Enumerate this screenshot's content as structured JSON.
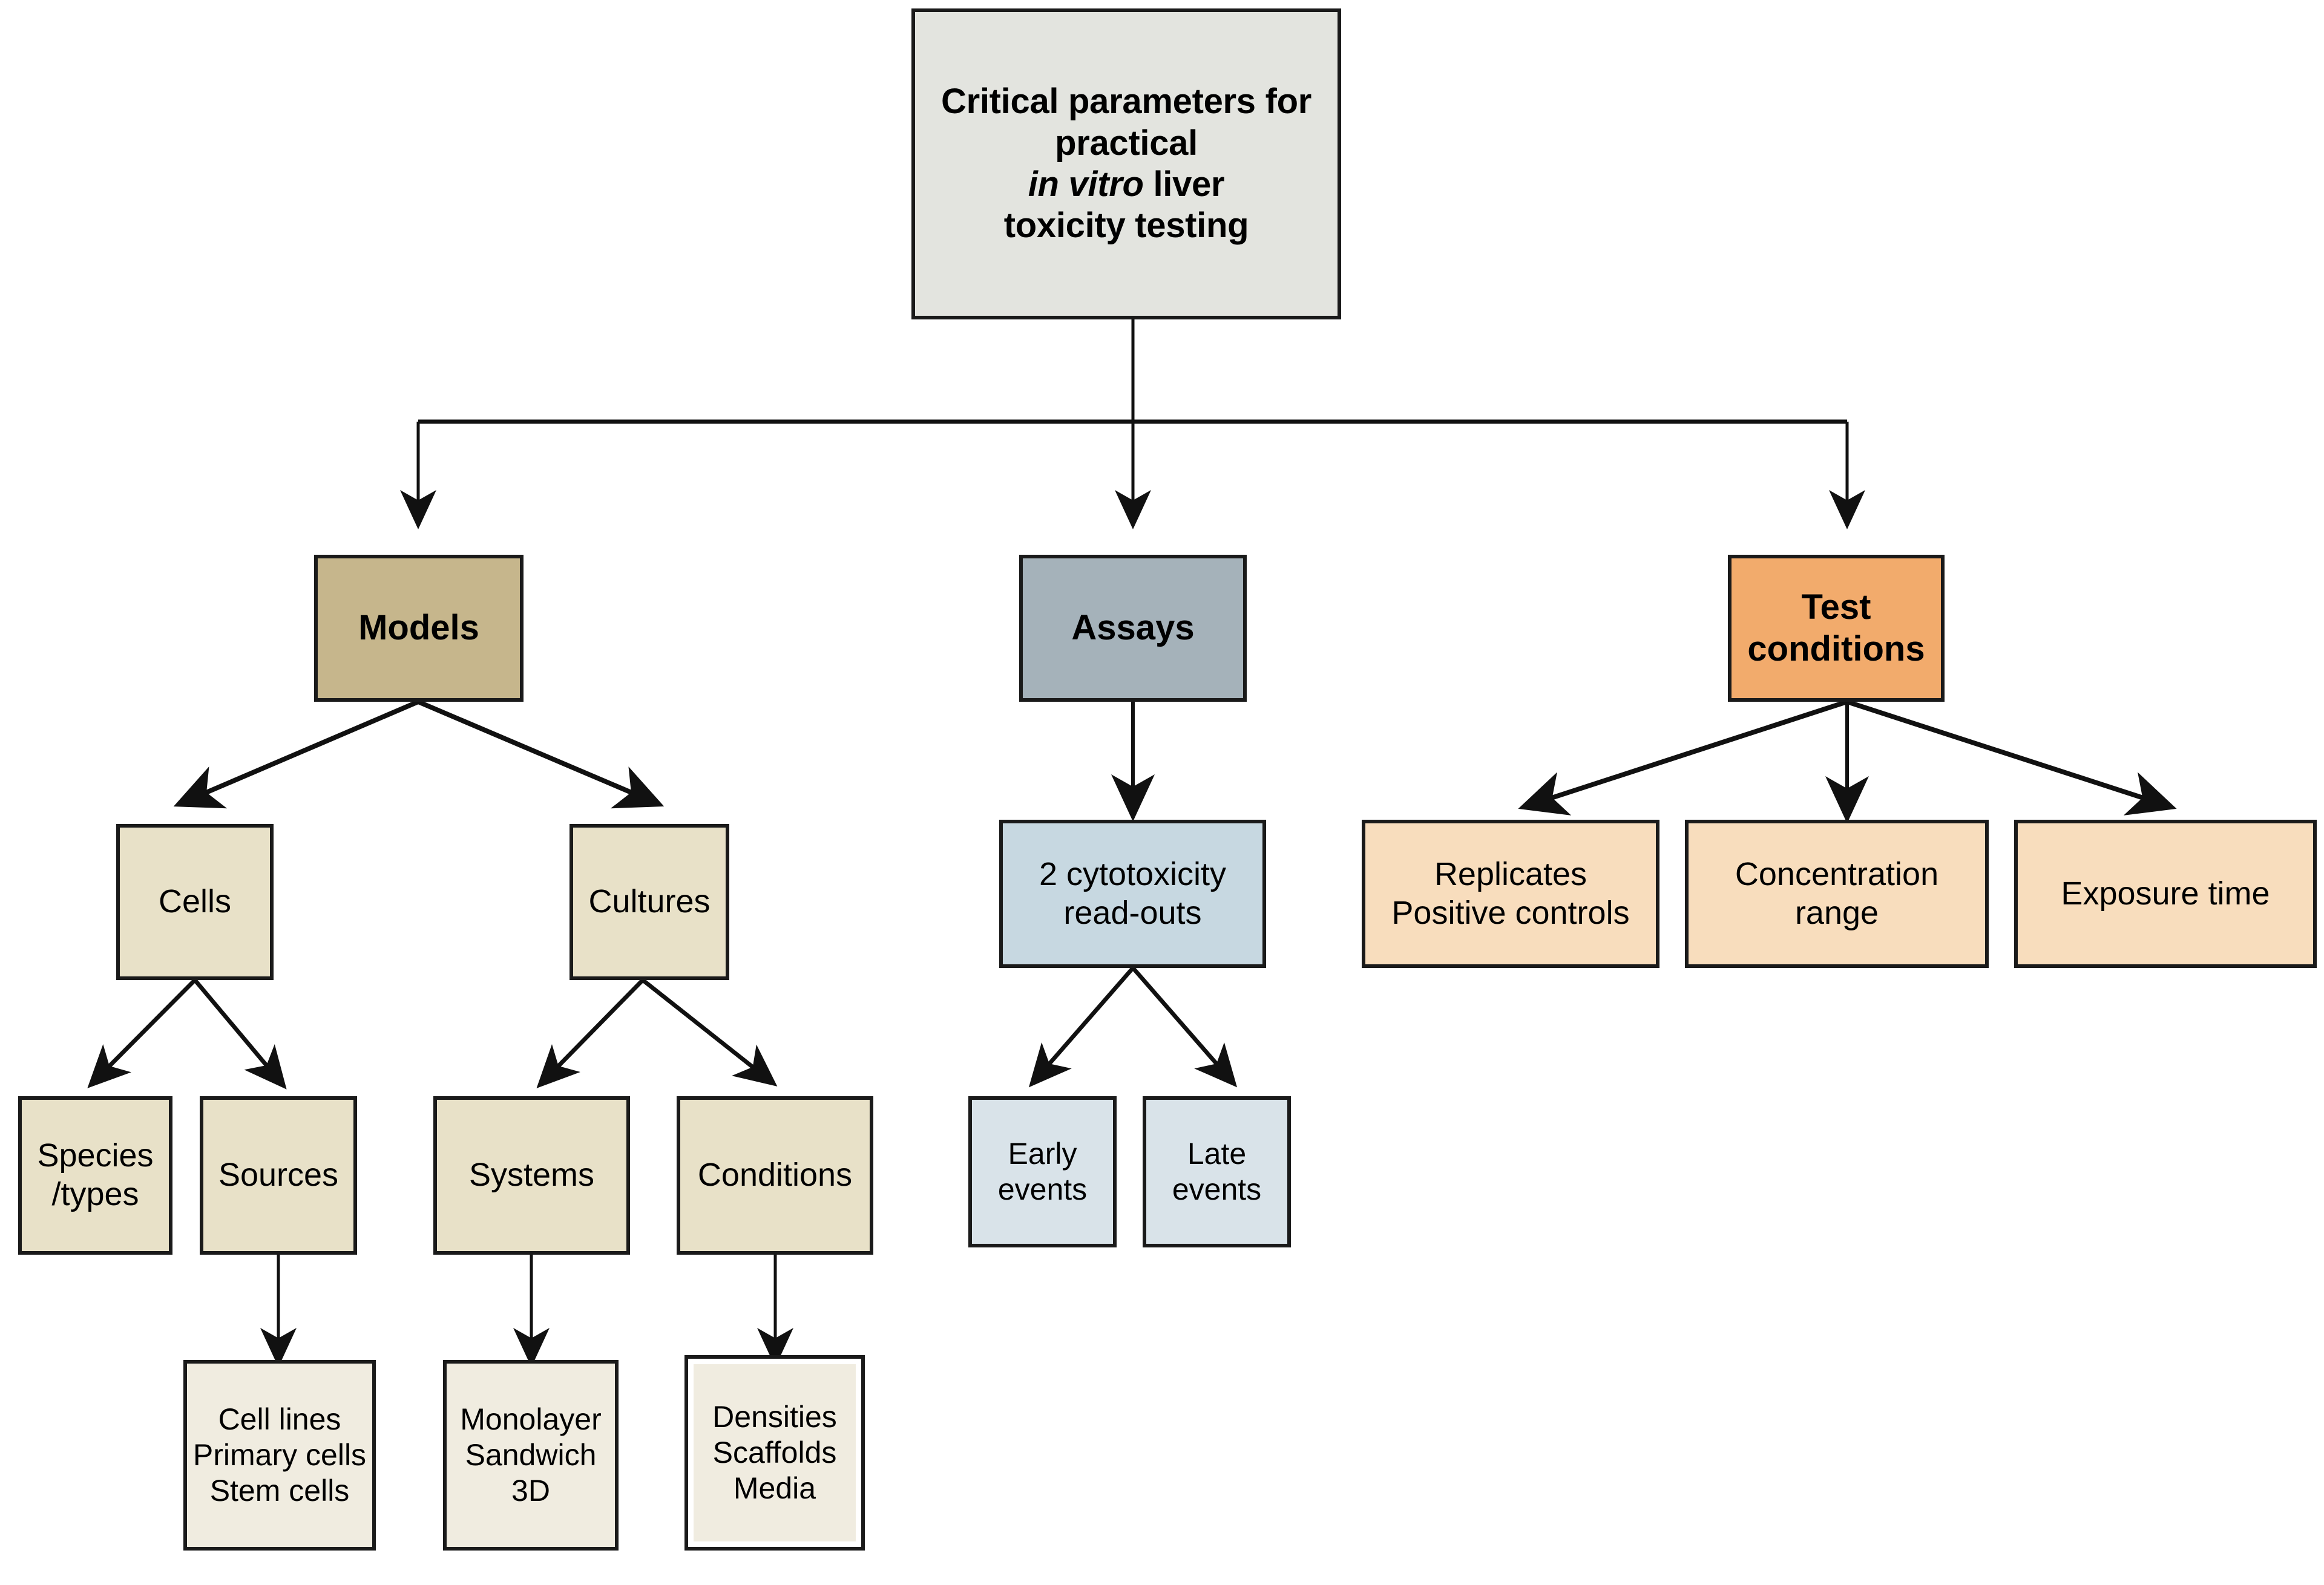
{
  "diagram": {
    "type": "flowchart",
    "orientation": "top-down",
    "root": {
      "id": "root",
      "lines": [
        "Critical parameters for",
        "practical",
        "in vitro liver",
        "toxicity testing"
      ],
      "italic_line_index": 2,
      "italic_fragment": "in vitro",
      "color": "#e3e4df",
      "bold": true
    },
    "categories": [
      {
        "id": "models",
        "label": "Models",
        "color": "#c6b68c"
      },
      {
        "id": "assays",
        "label": "Assays",
        "color": "#a5b2ba"
      },
      {
        "id": "testc",
        "label_line1": "Test",
        "label_line2": "conditions",
        "color": "#f2ab6c"
      }
    ],
    "level2": [
      {
        "id": "cells",
        "label": "Cells",
        "color": "#e8e1c8",
        "parent": "models"
      },
      {
        "id": "cultures",
        "label": "Cultures",
        "color": "#e8e1c8",
        "parent": "models"
      },
      {
        "id": "readouts",
        "line1": "2 cytotoxicity",
        "line2": "read-outs",
        "color": "#c7d8e1",
        "parent": "assays"
      },
      {
        "id": "replicates",
        "line1": "Replicates",
        "line2": "Positive controls",
        "color": "#f8ddbd",
        "parent": "testc"
      },
      {
        "id": "concrange",
        "line1": "Concentration",
        "line2": "range",
        "color": "#f8ddbd",
        "parent": "testc"
      },
      {
        "id": "exposure",
        "line1": "Exposure time",
        "line2": "",
        "color": "#f8ddbd",
        "parent": "testc"
      }
    ],
    "level3": [
      {
        "id": "species",
        "line1": "Species",
        "line2": "/types",
        "color": "#e8e1c8",
        "parent": "cells"
      },
      {
        "id": "sources",
        "line1": "Sources",
        "line2": "",
        "color": "#e8e1c8",
        "parent": "cells"
      },
      {
        "id": "systems",
        "line1": "Systems",
        "line2": "",
        "color": "#e8e1c8",
        "parent": "cultures"
      },
      {
        "id": "conditions",
        "line1": "Conditions",
        "line2": "",
        "color": "#e8e1c8",
        "parent": "cultures"
      },
      {
        "id": "early",
        "line1": "Early",
        "line2": "events",
        "color": "#d9e3e9",
        "parent": "readouts"
      },
      {
        "id": "late",
        "line1": "Late",
        "line2": "events",
        "color": "#d9e3e9",
        "parent": "readouts"
      }
    ],
    "level4": [
      {
        "id": "celltypes",
        "lines": [
          "Cell lines",
          "Primary cells",
          "Stem cells"
        ],
        "color": "#f0ece0",
        "parent": "sources",
        "double_border": false
      },
      {
        "id": "culturesystems",
        "lines": [
          "Monolayer",
          "Sandwich",
          "3D"
        ],
        "color": "#f0ece0",
        "parent": "systems",
        "double_border": false
      },
      {
        "id": "cultureconditions",
        "lines": [
          "Densities",
          "Scaffolds",
          "Media"
        ],
        "color": "#f0ece0",
        "parent": "conditions",
        "double_border": true
      }
    ],
    "edges": [
      {
        "from": "root",
        "to": "models",
        "style": "orthogonal-split",
        "arrow": true
      },
      {
        "from": "root",
        "to": "assays",
        "style": "orthogonal-split",
        "arrow": true
      },
      {
        "from": "root",
        "to": "testc",
        "style": "orthogonal-split",
        "arrow": true
      },
      {
        "from": "models",
        "to": "cells",
        "style": "diagonal",
        "arrow": true
      },
      {
        "from": "models",
        "to": "cultures",
        "style": "diagonal",
        "arrow": true
      },
      {
        "from": "assays",
        "to": "readouts",
        "style": "vertical",
        "arrow": true
      },
      {
        "from": "testc",
        "to": "replicates",
        "style": "diagonal",
        "arrow": true
      },
      {
        "from": "testc",
        "to": "concrange",
        "style": "vertical",
        "arrow": true
      },
      {
        "from": "testc",
        "to": "exposure",
        "style": "diagonal",
        "arrow": true
      },
      {
        "from": "cells",
        "to": "species",
        "style": "diagonal",
        "arrow": true
      },
      {
        "from": "cells",
        "to": "sources",
        "style": "diagonal",
        "arrow": true
      },
      {
        "from": "cultures",
        "to": "systems",
        "style": "diagonal",
        "arrow": true
      },
      {
        "from": "cultures",
        "to": "conditions",
        "style": "diagonal",
        "arrow": true
      },
      {
        "from": "readouts",
        "to": "early",
        "style": "diagonal",
        "arrow": true
      },
      {
        "from": "readouts",
        "to": "late",
        "style": "diagonal",
        "arrow": true
      },
      {
        "from": "sources",
        "to": "celltypes",
        "style": "vertical",
        "arrow": true
      },
      {
        "from": "systems",
        "to": "culturesystems",
        "style": "vertical",
        "arrow": true
      },
      {
        "from": "conditions",
        "to": "cultureconditions",
        "style": "vertical",
        "arrow": true
      }
    ],
    "colors": {
      "line": "#111111",
      "border": "#1a1a1a",
      "background": "#ffffff"
    }
  }
}
